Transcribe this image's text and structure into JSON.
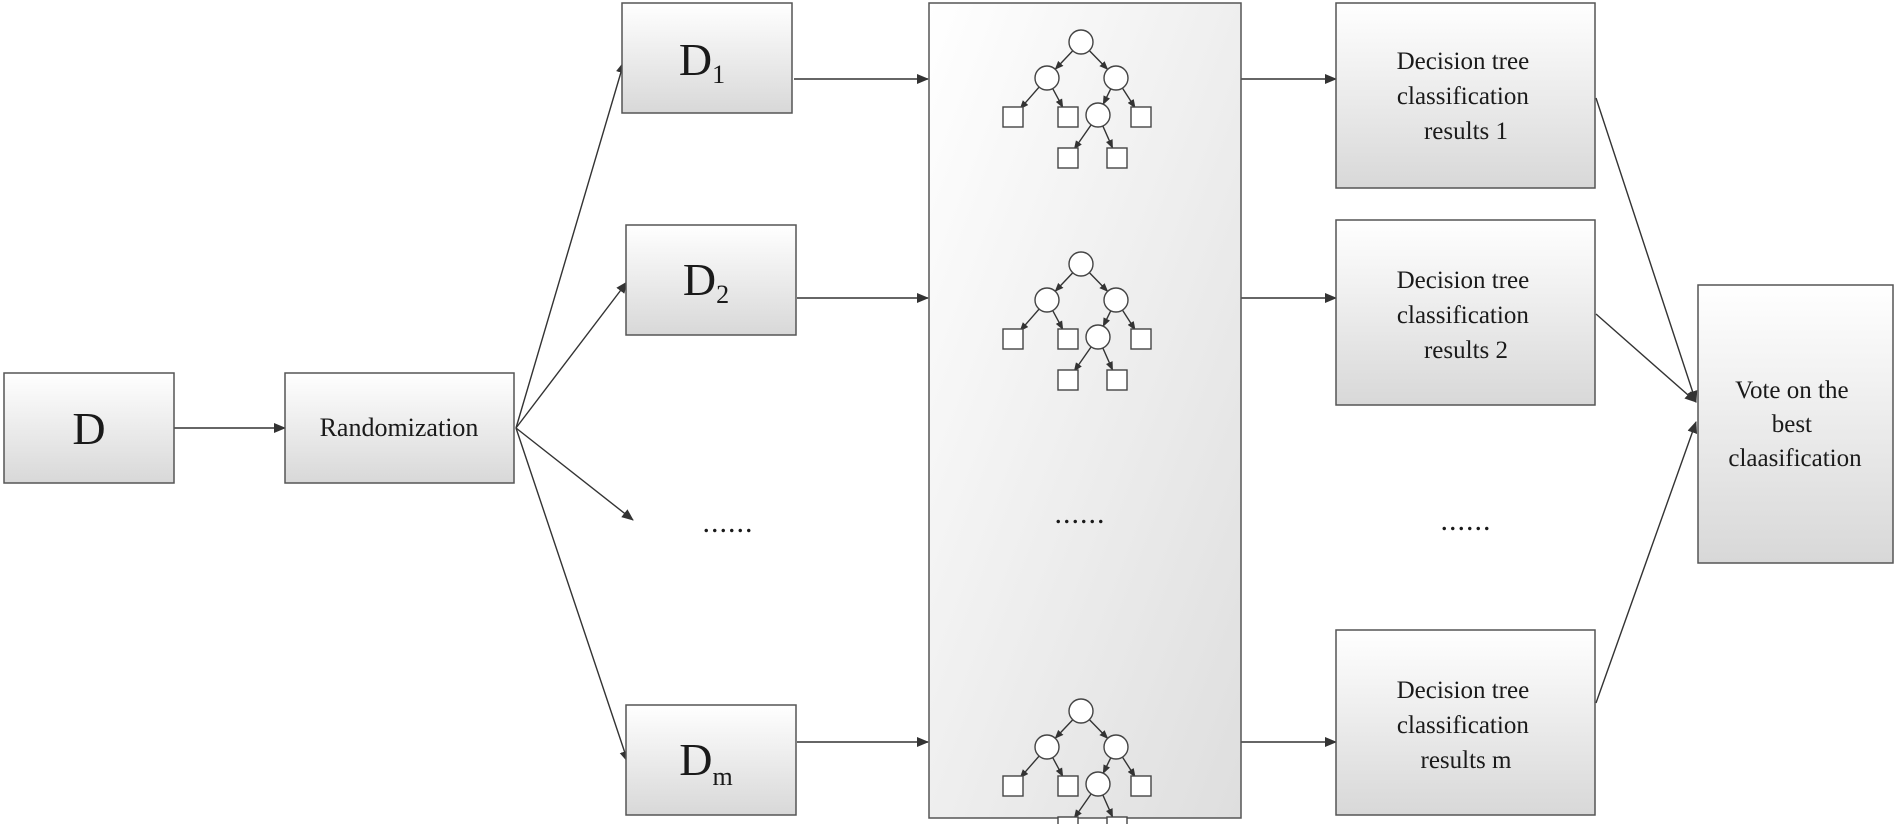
{
  "input": {
    "label": "D"
  },
  "randomization": {
    "label": "Randomization"
  },
  "subsets": [
    {
      "main": "D",
      "sub": "1"
    },
    {
      "main": "D",
      "sub": "2"
    },
    {
      "main": "D",
      "sub": "m"
    }
  ],
  "ellipsis": "......",
  "results": [
    {
      "lines": [
        "Decision tree",
        "classification",
        "results 1"
      ]
    },
    {
      "lines": [
        "Decision tree",
        "classification",
        "results 2"
      ]
    },
    {
      "lines": [
        "Decision tree",
        "classification",
        "results m"
      ]
    }
  ],
  "vote": {
    "lines": [
      "Vote on the",
      "best",
      "claasification"
    ]
  },
  "colors": {
    "box_top": "#ffffff",
    "box_bottom": "#d6d6d6",
    "border": "#555555",
    "line": "#333333"
  }
}
